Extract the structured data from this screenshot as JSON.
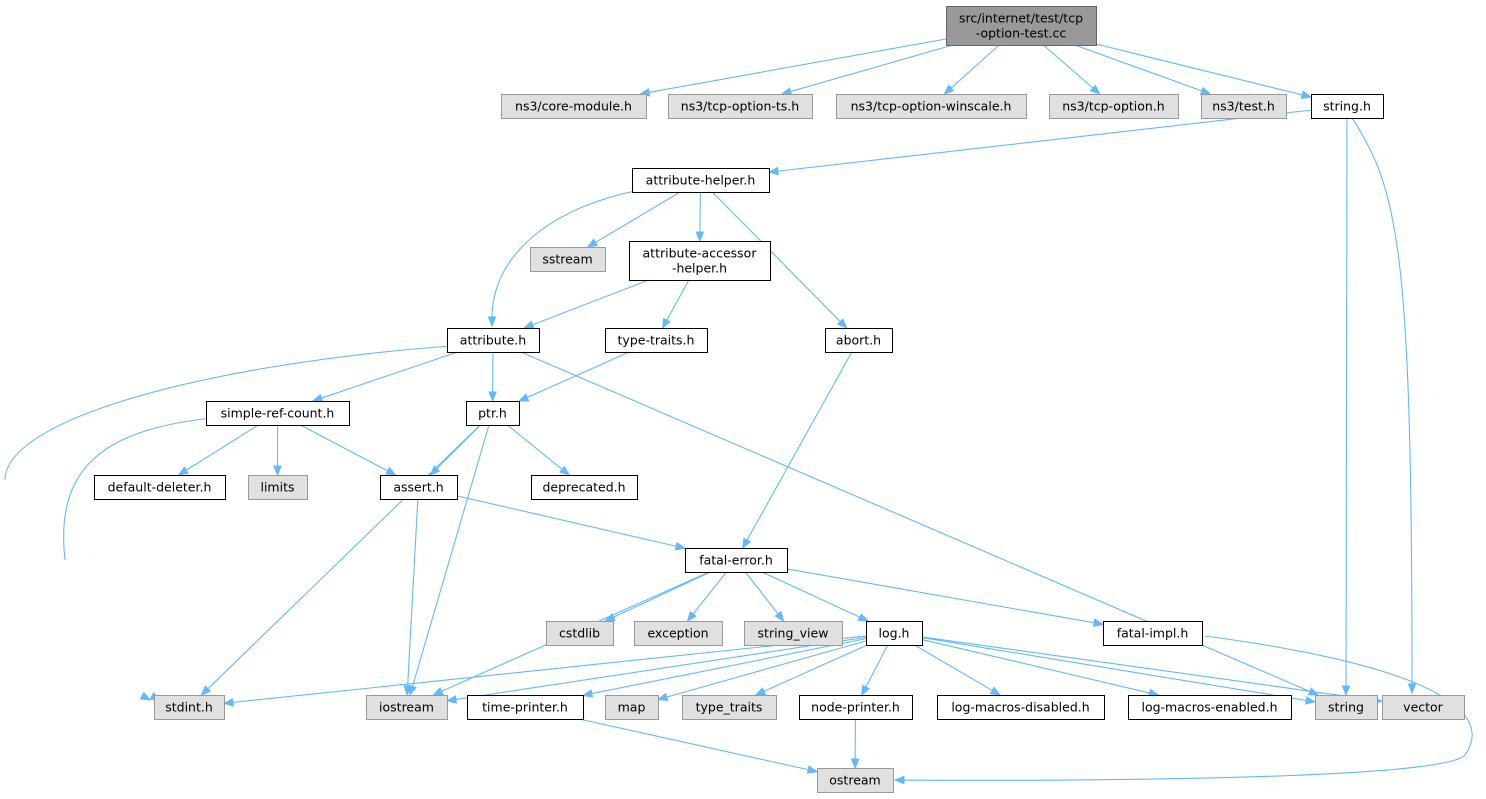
{
  "graph": {
    "colors": {
      "root_fill": "#999999",
      "root_border": "#666666",
      "local_fill": "#ffffff",
      "local_border": "#000000",
      "external_fill": "#e0e0e0",
      "external_border": "#999999",
      "edge": "#63b8ff"
    },
    "nodes": [
      {
        "id": "root",
        "lines": [
          "src/internet/test/tcp",
          "-option-test.cc"
        ],
        "kind": "root"
      },
      {
        "id": "core_module",
        "lines": [
          "ns3/core-module.h"
        ],
        "kind": "external"
      },
      {
        "id": "tcp_option_ts",
        "lines": [
          "ns3/tcp-option-ts.h"
        ],
        "kind": "external"
      },
      {
        "id": "tcp_option_winscale",
        "lines": [
          "ns3/tcp-option-winscale.h"
        ],
        "kind": "external"
      },
      {
        "id": "tcp_option",
        "lines": [
          "ns3/tcp-option.h"
        ],
        "kind": "external"
      },
      {
        "id": "test",
        "lines": [
          "ns3/test.h"
        ],
        "kind": "external"
      },
      {
        "id": "string_h",
        "lines": [
          "string.h"
        ],
        "kind": "local"
      },
      {
        "id": "attribute_helper",
        "lines": [
          "attribute-helper.h"
        ],
        "kind": "local"
      },
      {
        "id": "sstream",
        "lines": [
          "sstream"
        ],
        "kind": "external"
      },
      {
        "id": "attribute_accessor_helper",
        "lines": [
          "attribute-accessor",
          "-helper.h"
        ],
        "kind": "local"
      },
      {
        "id": "attribute",
        "lines": [
          "attribute.h"
        ],
        "kind": "local"
      },
      {
        "id": "type_traits_h",
        "lines": [
          "type-traits.h"
        ],
        "kind": "local"
      },
      {
        "id": "abort",
        "lines": [
          "abort.h"
        ],
        "kind": "local"
      },
      {
        "id": "simple_ref_count",
        "lines": [
          "simple-ref-count.h"
        ],
        "kind": "local"
      },
      {
        "id": "ptr",
        "lines": [
          "ptr.h"
        ],
        "kind": "local"
      },
      {
        "id": "default_deleter",
        "lines": [
          "default-deleter.h"
        ],
        "kind": "local"
      },
      {
        "id": "limits",
        "lines": [
          "limits"
        ],
        "kind": "external"
      },
      {
        "id": "assert",
        "lines": [
          "assert.h"
        ],
        "kind": "local"
      },
      {
        "id": "deprecated",
        "lines": [
          "deprecated.h"
        ],
        "kind": "local"
      },
      {
        "id": "fatal_error",
        "lines": [
          "fatal-error.h"
        ],
        "kind": "local"
      },
      {
        "id": "cstdlib",
        "lines": [
          "cstdlib"
        ],
        "kind": "external"
      },
      {
        "id": "exception",
        "lines": [
          "exception"
        ],
        "kind": "external"
      },
      {
        "id": "string_view",
        "lines": [
          "string_view"
        ],
        "kind": "external"
      },
      {
        "id": "log",
        "lines": [
          "log.h"
        ],
        "kind": "local"
      },
      {
        "id": "fatal_impl",
        "lines": [
          "fatal-impl.h"
        ],
        "kind": "local"
      },
      {
        "id": "stdint",
        "lines": [
          "stdint.h"
        ],
        "kind": "external"
      },
      {
        "id": "iostream",
        "lines": [
          "iostream"
        ],
        "kind": "external"
      },
      {
        "id": "time_printer",
        "lines": [
          "time-printer.h"
        ],
        "kind": "local"
      },
      {
        "id": "map",
        "lines": [
          "map"
        ],
        "kind": "external"
      },
      {
        "id": "type_traits",
        "lines": [
          "type_traits"
        ],
        "kind": "external"
      },
      {
        "id": "node_printer",
        "lines": [
          "node-printer.h"
        ],
        "kind": "local"
      },
      {
        "id": "log_macros_disabled",
        "lines": [
          "log-macros-disabled.h"
        ],
        "kind": "local"
      },
      {
        "id": "log_macros_enabled",
        "lines": [
          "log-macros-enabled.h"
        ],
        "kind": "local"
      },
      {
        "id": "string",
        "lines": [
          "string"
        ],
        "kind": "external"
      },
      {
        "id": "vector",
        "lines": [
          "vector"
        ],
        "kind": "external"
      },
      {
        "id": "ostream",
        "lines": [
          "ostream"
        ],
        "kind": "external"
      }
    ],
    "edges": [
      [
        "root",
        "core_module"
      ],
      [
        "root",
        "tcp_option_ts"
      ],
      [
        "root",
        "tcp_option_winscale"
      ],
      [
        "root",
        "tcp_option"
      ],
      [
        "root",
        "test"
      ],
      [
        "root",
        "string_h"
      ],
      [
        "string_h",
        "attribute_helper"
      ],
      [
        "string_h",
        "string"
      ],
      [
        "string_h",
        "vector"
      ],
      [
        "attribute_helper",
        "attribute"
      ],
      [
        "attribute_helper",
        "sstream"
      ],
      [
        "attribute_helper",
        "attribute_accessor_helper"
      ],
      [
        "attribute_helper",
        "abort"
      ],
      [
        "attribute_accessor_helper",
        "attribute"
      ],
      [
        "attribute_accessor_helper",
        "type_traits_h"
      ],
      [
        "attribute",
        "stdint"
      ],
      [
        "attribute",
        "simple_ref_count"
      ],
      [
        "attribute",
        "ptr"
      ],
      [
        "attribute",
        "string"
      ],
      [
        "type_traits_h",
        "ptr"
      ],
      [
        "abort",
        "fatal_error"
      ],
      [
        "simple_ref_count",
        "stdint"
      ],
      [
        "simple_ref_count",
        "default_deleter"
      ],
      [
        "simple_ref_count",
        "limits"
      ],
      [
        "simple_ref_count",
        "assert"
      ],
      [
        "ptr",
        "stdint"
      ],
      [
        "ptr",
        "assert"
      ],
      [
        "ptr",
        "deprecated"
      ],
      [
        "ptr",
        "iostream"
      ],
      [
        "assert",
        "fatal_error"
      ],
      [
        "assert",
        "iostream"
      ],
      [
        "fatal_error",
        "iostream"
      ],
      [
        "fatal_error",
        "cstdlib"
      ],
      [
        "fatal_error",
        "exception"
      ],
      [
        "fatal_error",
        "string_view"
      ],
      [
        "fatal_error",
        "log"
      ],
      [
        "fatal_error",
        "fatal_impl"
      ],
      [
        "fatal_impl",
        "ostream"
      ],
      [
        "log",
        "stdint"
      ],
      [
        "log",
        "iostream"
      ],
      [
        "log",
        "time_printer"
      ],
      [
        "log",
        "map"
      ],
      [
        "log",
        "type_traits"
      ],
      [
        "log",
        "node_printer"
      ],
      [
        "log",
        "log_macros_disabled"
      ],
      [
        "log",
        "log_macros_enabled"
      ],
      [
        "log",
        "string"
      ],
      [
        "log",
        "vector"
      ],
      [
        "time_printer",
        "ostream"
      ],
      [
        "node_printer",
        "ostream"
      ]
    ]
  }
}
